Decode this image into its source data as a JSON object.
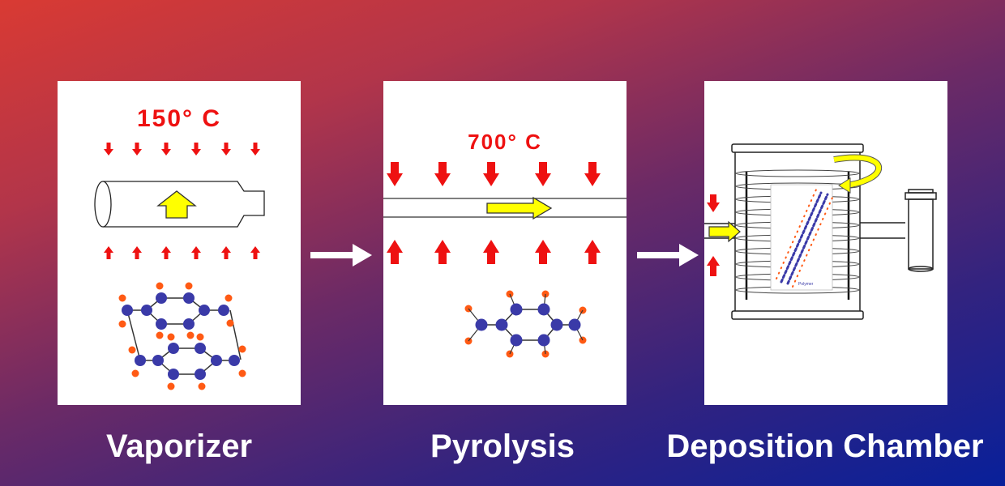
{
  "stages": [
    {
      "label": "Vaporizer",
      "temperature": "150° C"
    },
    {
      "label": "Pyrolysis",
      "temperature": "700° C"
    },
    {
      "label": "Deposition Chamber",
      "inset_label": "Polymer"
    }
  ],
  "colors": {
    "heat_arrow": "#ee1111",
    "flow_arrow": "#ffff00",
    "carbon_atom": "#3a3aa8",
    "hydrogen_atom": "#ff5a14",
    "label_text": "#ffffff",
    "background_start": "#d93a33",
    "background_end": "#08209a"
  },
  "icons": [
    "heat-arrow-icon",
    "flow-arrow-icon",
    "process-arrow-icon",
    "rotation-arrow-icon"
  ]
}
